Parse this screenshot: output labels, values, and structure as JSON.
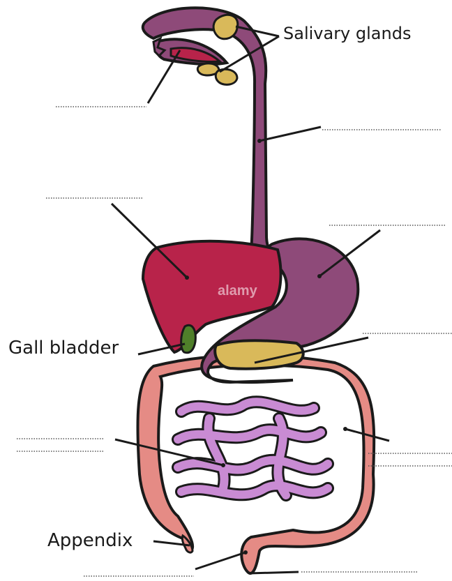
{
  "labels": {
    "salivary_glands": "Salivary glands",
    "gall_bladder": "Gall bladder",
    "appendix": "Appendix"
  },
  "watermark": "alamy",
  "colors": {
    "esophagus_stomach": "#8e4a79",
    "liver": "#b8234a",
    "gall_bladder": "#4f7f2a",
    "glands_pancreas": "#d9b95a",
    "large_intestine": "#e58b85",
    "small_intestine": "#c98bd3",
    "outline": "#1a1a1a",
    "blank_line": "#555555"
  }
}
